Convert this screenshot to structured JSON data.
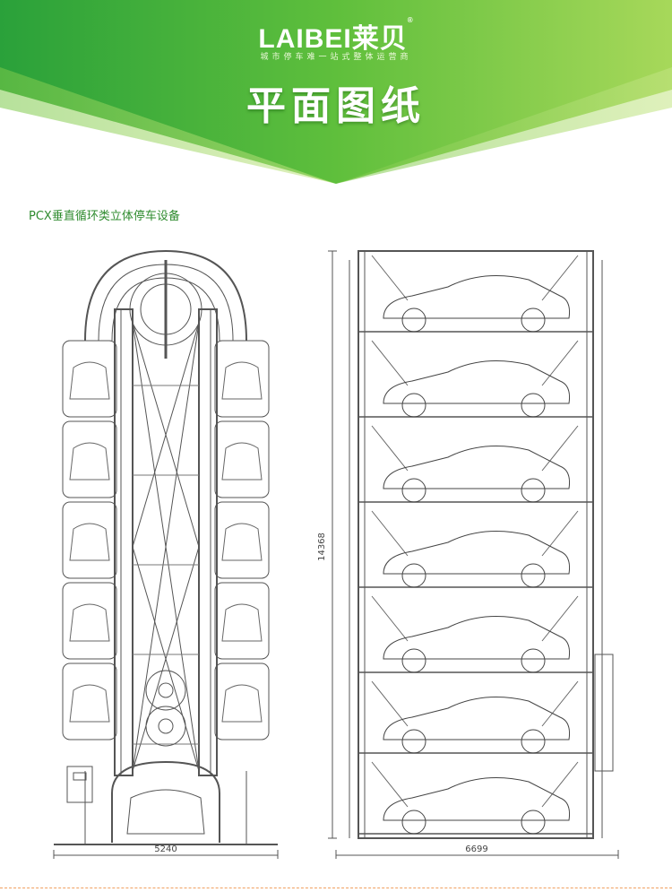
{
  "brand": {
    "name": "LAIBEI",
    "cn_name": "莱贝",
    "registered": "®",
    "tagline": "城市停车难一站式整体运营商"
  },
  "header": {
    "title": "平面图纸"
  },
  "subtitle": "PCX垂直循环类立体停车设备",
  "dimensions": {
    "width_front": "5240",
    "height": "14368",
    "width_side": "6699"
  },
  "colors": {
    "green_dark": "#2c9a35",
    "green_light": "#a4d65e",
    "accent_text": "#2e8b2e",
    "footer_dash": "#f0a060"
  }
}
